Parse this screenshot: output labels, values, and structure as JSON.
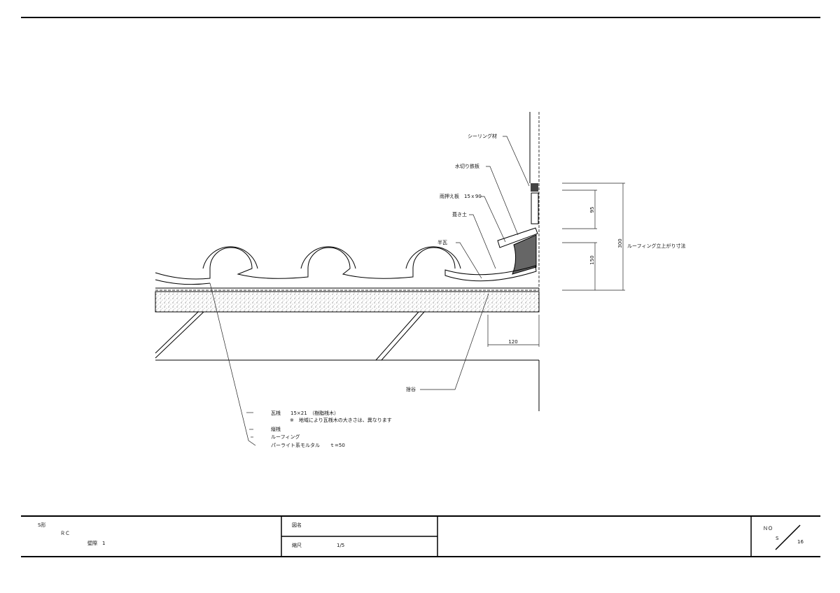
{
  "labels": {
    "sealing": "シーリング材",
    "flashing": "水切り鉄板",
    "rain_board": "雨押え板　15ｘ90",
    "fill_soil": "葺き土",
    "half_tile": "半瓦",
    "gutter": "捨谷",
    "batten": "瓦桟　　15×21　（樹脂桟木）",
    "note": "※　地域により瓦桟木の大きさは、異なります",
    "counter_batten": "縦桟",
    "roofing": "ルーフィング",
    "mortar": "パーライト系モルタル　　ｔ=50",
    "roofing_rise": "ルーフィング立上がり寸法"
  },
  "dimensions": {
    "d95": "95",
    "d150": "150",
    "d300": "300",
    "d120": "120"
  },
  "title_block": {
    "line1": "S形",
    "line2": "ＲＣ",
    "line3": "壁際　1",
    "drawing_name_label": "図名",
    "scale_label": "縮尺",
    "scale_value": "1/5",
    "no_label": "ＮＯ",
    "sheet_series": "S",
    "sheet_number": "16"
  }
}
